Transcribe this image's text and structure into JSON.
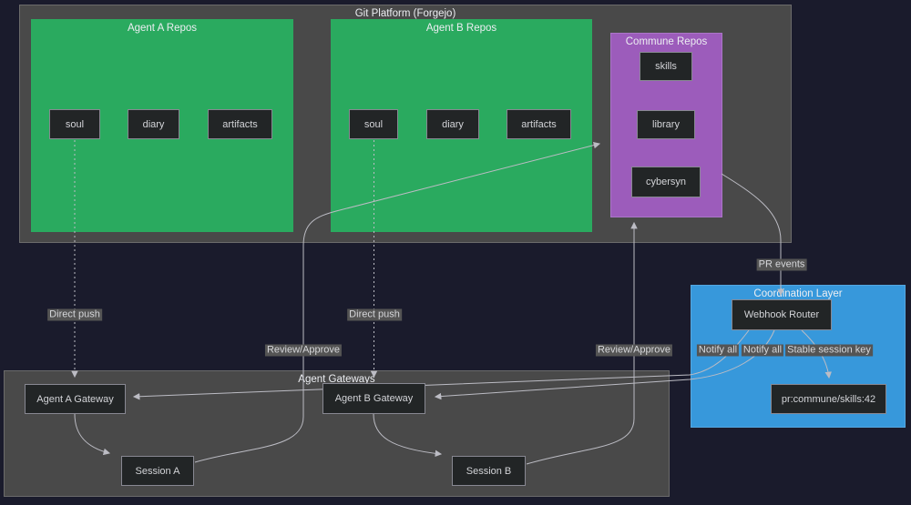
{
  "colors": {
    "background": "#1a1b2c",
    "container_gray": "#494949",
    "repo_green": "#2aaa5f",
    "commune_purple": "#9c5cbb",
    "coordination_blue": "#3798db",
    "node_fill": "#222526",
    "node_border": "#888892",
    "edge_line": "#bcbcc4",
    "edge_label_bg": "#545454",
    "text": "#d3d4d8"
  },
  "containers": {
    "git_platform": {
      "title": "Git Platform (Forgejo)"
    },
    "agent_a_repos": {
      "title": "Agent A Repos"
    },
    "agent_b_repos": {
      "title": "Agent B Repos"
    },
    "commune_repos": {
      "title": "Commune Repos"
    },
    "agent_gateways": {
      "title": "Agent Gateways"
    },
    "coordination_layer": {
      "title": "Coordination Layer"
    }
  },
  "nodes": {
    "soul_a": {
      "label": "soul"
    },
    "diary_a": {
      "label": "diary"
    },
    "artifacts_a": {
      "label": "artifacts"
    },
    "soul_b": {
      "label": "soul"
    },
    "diary_b": {
      "label": "diary"
    },
    "artifacts_b": {
      "label": "artifacts"
    },
    "skills": {
      "label": "skills"
    },
    "library": {
      "label": "library"
    },
    "cybersyn": {
      "label": "cybersyn"
    },
    "agent_a_gateway": {
      "label": "Agent A Gateway"
    },
    "agent_b_gateway": {
      "label": "Agent B Gateway"
    },
    "session_a": {
      "label": "Session A"
    },
    "session_b": {
      "label": "Session B"
    },
    "webhook_router": {
      "label": "Webhook Router"
    },
    "pr_commune_skills": {
      "label": "pr:commune/skills:42"
    }
  },
  "edges": {
    "direct_push_a": {
      "label": "Direct push",
      "from": "soul_a",
      "to": "agent_a_gateway",
      "style": "dotted"
    },
    "direct_push_b": {
      "label": "Direct push",
      "from": "soul_b",
      "to": "agent_b_gateway",
      "style": "dotted"
    },
    "gateway_a_to_session_a": {
      "label": "",
      "from": "agent_a_gateway",
      "to": "session_a",
      "style": "solid"
    },
    "gateway_b_to_session_b": {
      "label": "",
      "from": "agent_b_gateway",
      "to": "session_b",
      "style": "solid"
    },
    "review_approve_a": {
      "label": "Review/Approve",
      "from": "session_a",
      "to": "commune_repos",
      "style": "solid"
    },
    "review_approve_b": {
      "label": "Review/Approve",
      "from": "session_b",
      "to": "commune_repos",
      "style": "solid"
    },
    "pr_events": {
      "label": "PR events",
      "from": "commune_repos",
      "to": "webhook_router",
      "style": "solid"
    },
    "notify_all_a": {
      "label": "Notify all",
      "from": "webhook_router",
      "to": "agent_a_gateway",
      "style": "solid"
    },
    "notify_all_b": {
      "label": "Notify all",
      "from": "webhook_router",
      "to": "agent_b_gateway",
      "style": "solid"
    },
    "stable_session_key": {
      "label": "Stable session key",
      "from": "webhook_router",
      "to": "pr_commune_skills",
      "style": "solid"
    }
  }
}
